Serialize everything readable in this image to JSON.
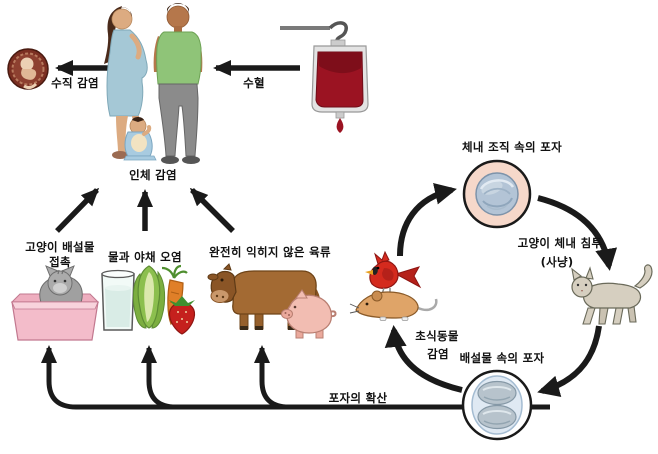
{
  "diagram": {
    "background": "#ffffff",
    "arrow_color": "#1a1a1a",
    "labels": {
      "vertical_infection": "수직 감염",
      "transfusion": "수혈",
      "human_infection": "인체 감염",
      "cat_feces_contact": [
        "고양이 배설물",
        "접촉"
      ],
      "water_vegetable_contamination": "물과 야채 오염",
      "undercooked_meat": "완전히 익히지 않은 육류",
      "spore_spread": "포자의 확산",
      "spores_in_body_tissue": "체내 조직 속의 포자",
      "cat_body_penetration": [
        "고양이 체내 침투",
        "(사냥)"
      ],
      "herbivore_infection": [
        "초식동물",
        "감염"
      ],
      "spores_in_feces": "배설물 속의 포자"
    },
    "colors": {
      "blood_bag": "#9b1322",
      "fetus_circle": "#7b2f22",
      "woman_dress": "#a5c8d6",
      "man_shirt": "#8fc478",
      "man_pants": "#8b8b8b",
      "litter_box": "#f3bcca",
      "litter_cat": "#a6a6a6",
      "cow": "#a36a33",
      "pig": "#f2bdb2",
      "cardinal": "#d42a1e",
      "mouse": "#dfa468",
      "walking_cat": "#d6cfc0",
      "tissue_cyst_outer": "#f6d8ca",
      "tissue_cyst_inner": "#b3c4d6",
      "oocyst_inner": "#dfe9f3"
    },
    "illustrations": [
      "fetus",
      "pregnant-woman",
      "man",
      "baby",
      "blood-bag",
      "cat-in-litter-box",
      "milk-glass",
      "napa-cabbage",
      "carrot",
      "strawberry",
      "cow",
      "pig",
      "cardinal-bird",
      "mouse",
      "walking-cat",
      "tissue-cyst",
      "oocyst"
    ]
  }
}
